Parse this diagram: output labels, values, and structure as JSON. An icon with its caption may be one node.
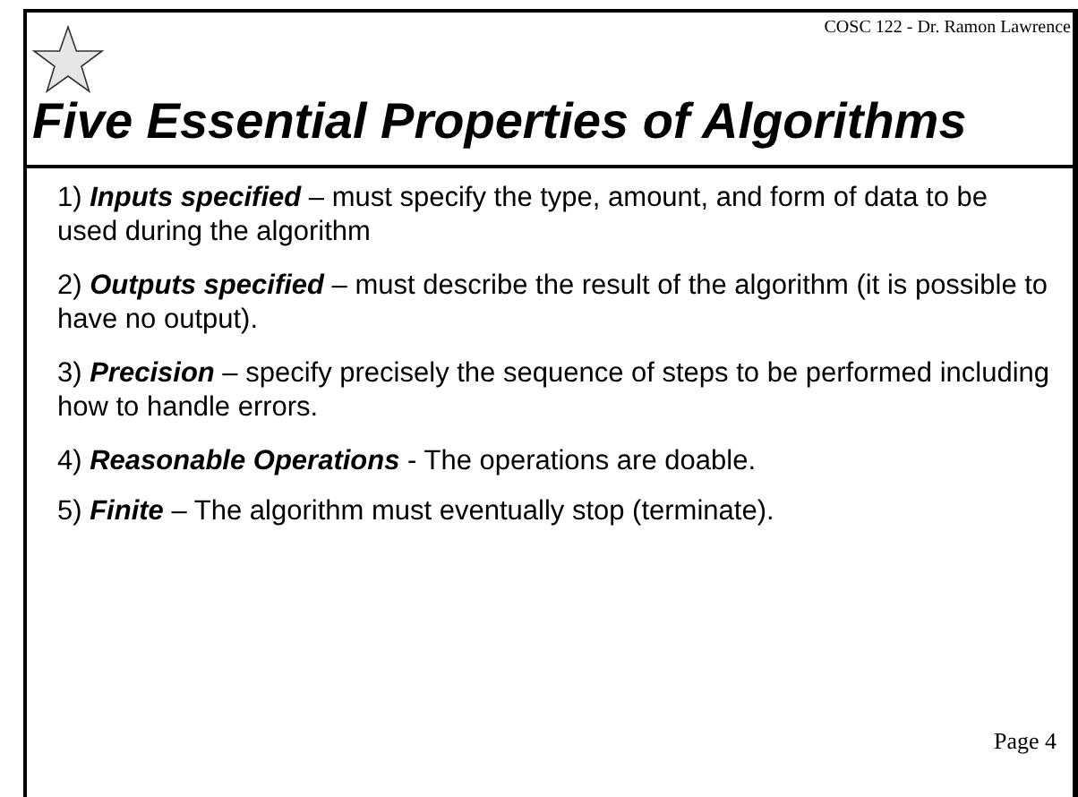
{
  "diagram": {
    "title": "Five Essential Properties of Algorithms",
    "labels": [
      "COSC 122 - Dr. Ramon Lawrence",
      "1) **Inputs specified** – must specify the type, amount, and form of data to be used during the algorithm",
      "2) **Outputs specified** – must describe the result of the algorithm (it is possible to have no output).",
      "3) **Precision** – specify precisely the sequence of steps to be performed including how to handle errors.",
      "4) **Reasonable Operations** - The operations are doable.",
      "5) **Finite** – The algorithm must eventually stop (terminate).",
      "Page 4"
    ]
  }
}
